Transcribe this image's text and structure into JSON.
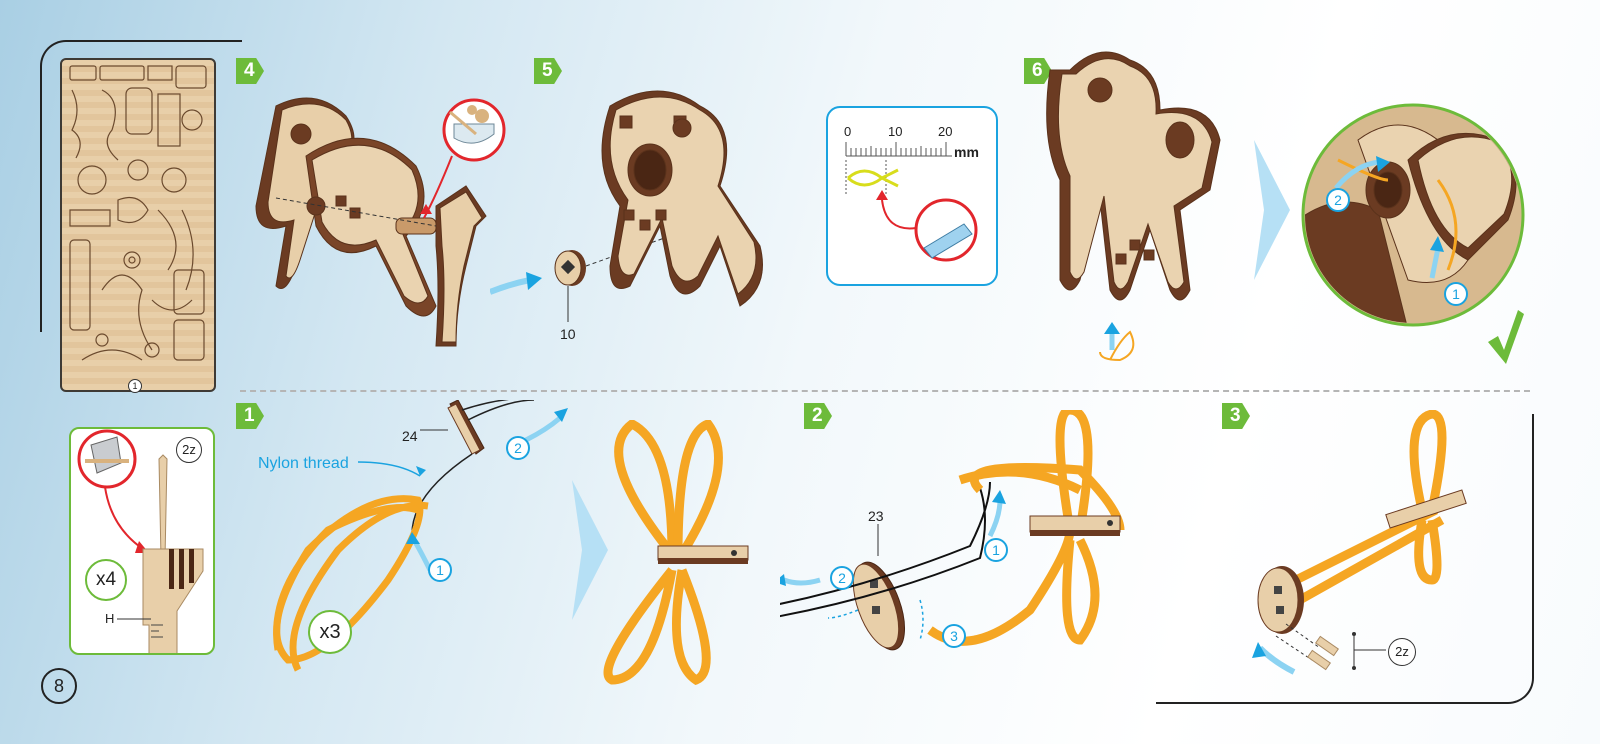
{
  "page_number": "8",
  "steps_top": [
    {
      "id": "4",
      "label": "4"
    },
    {
      "id": "5",
      "label": "5"
    },
    {
      "id": "6",
      "label": "6"
    }
  ],
  "steps_bottom": [
    {
      "id": "1",
      "label": "1"
    },
    {
      "id": "2",
      "label": "2"
    },
    {
      "id": "3",
      "label": "3"
    }
  ],
  "sheet_number": "1",
  "part_labels": {
    "p10": "10",
    "p24": "24",
    "p23": "23",
    "h": "H"
  },
  "measure": {
    "tick_0": "0",
    "tick_10": "10",
    "tick_20": "20",
    "unit": "mm"
  },
  "tip": {
    "badge": "2z",
    "count": "x4"
  },
  "nylon_label": "Nylon thread",
  "loop_count": "x3",
  "callouts": {
    "s6_one": "1",
    "s6_two": "2",
    "b1_one": "1",
    "b1_two": "2",
    "b2_one": "1",
    "b2_two": "2",
    "b2_three": "3"
  },
  "step3_badge": "2z",
  "colors": {
    "accent_green": "#6dbb3a",
    "accent_blue": "#1aa3e0",
    "warning_red": "#e2262c",
    "wood_light": "#e8cfa9",
    "wood_dark": "#6b3b22",
    "rubber_orange": "#f5a623"
  }
}
